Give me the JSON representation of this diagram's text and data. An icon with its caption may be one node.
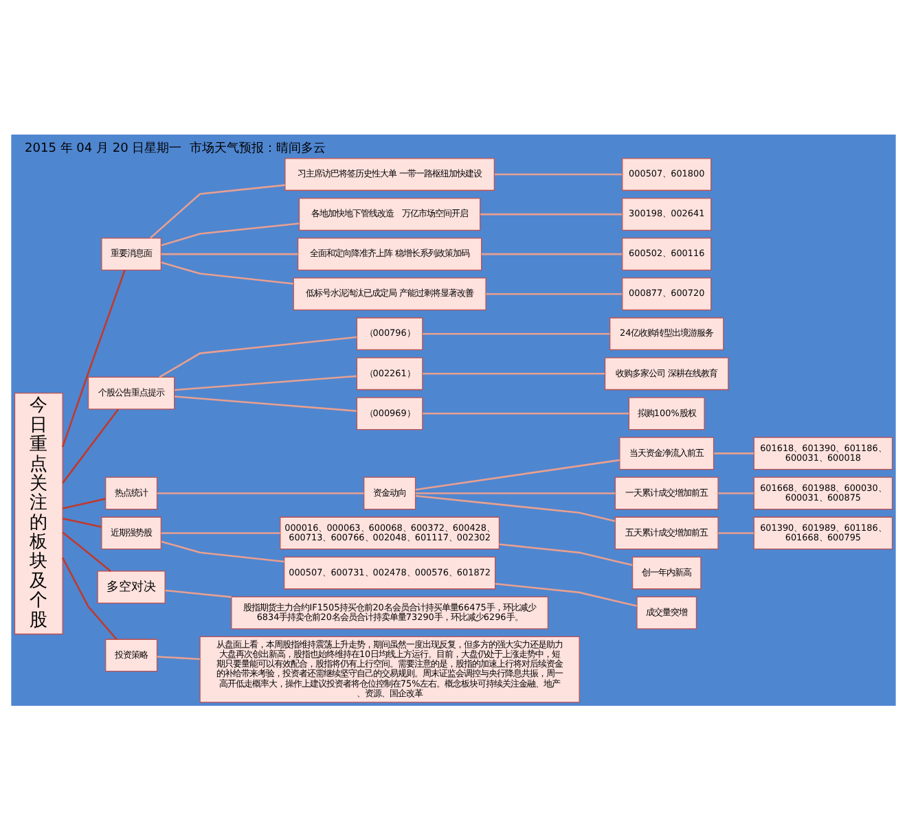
{
  "diagram": {
    "title": "2015 年 04 月 20 日星期一  市场天气预报：晴间多云",
    "nodes": [
      {
        "text": [
          "今日重点关注的板块及个股"
        ]
      },
      {
        "text": [
          "重要消息面"
        ]
      },
      {
        "text": [
          "习主席访巴将签历史性大单 一带一路枢纽加快建设"
        ]
      },
      {
        "text": [
          "000507、601800"
        ]
      },
      {
        "text": [
          "各地加快地下管线改造　万亿市场空间开启"
        ]
      },
      {
        "text": [
          "300198、002641"
        ]
      },
      {
        "text": [
          "全面和定向降准齐上阵 稳增长系列政策加码"
        ]
      },
      {
        "text": [
          "600502、600116"
        ]
      },
      {
        "text": [
          "低标号水泥淘汰已成定局 产能过剩将显著改善"
        ]
      },
      {
        "text": [
          "000877、600720"
        ]
      },
      {
        "text": [
          "个股公告重点提示"
        ]
      },
      {
        "text": [
          "（000796）"
        ]
      },
      {
        "text": [
          "24亿收购转型出境游服务"
        ]
      },
      {
        "text": [
          "（002261）"
        ]
      },
      {
        "text": [
          "收购多家公司 深耕在线教育"
        ]
      },
      {
        "text": [
          "（000969）"
        ]
      },
      {
        "text": [
          "拟购100%股权"
        ]
      },
      {
        "text": [
          "热点统计"
        ]
      },
      {
        "text": [
          "资金动向"
        ]
      },
      {
        "text": [
          "当天资金净流入前五"
        ]
      },
      {
        "text": [
          "601618、601390、601186、600031、600018"
        ]
      },
      {
        "text": [
          "一天累计成交增加前五"
        ]
      },
      {
        "text": [
          "601668、601988、600030、600031、600875"
        ]
      },
      {
        "text": [
          "五天累计成交增加前五"
        ]
      },
      {
        "text": [
          "601390、601989、601186、601668、600795"
        ]
      },
      {
        "text": [
          "近期强势股"
        ]
      },
      {
        "text": [
          "000016、000063、600068、600372、600428、600713、600766、002048、601117、002302"
        ]
      },
      {
        "text": [
          "创一年内新高"
        ]
      },
      {
        "text": [
          "000507、600731、002478、000576、601872"
        ]
      },
      {
        "text": [
          "成交量突增"
        ]
      },
      {
        "text": [
          "多空对决"
        ]
      },
      {
        "text": [
          "股指期货主力合约IF1505持买仓前20名会员合计持买单量66475手，环比减少6834手持卖仓前20名会员合计持卖单量73290手，环比减少6296手。"
        ]
      },
      {
        "text": [
          "投资策略"
        ]
      },
      {
        "text": [
          "从盘面上看，本周股指维持震荡上升走势，期间虽然一度出现反复，但多方的强大实力还是助力大盘再次创出新高，股指也始终维持在10日均线上方运行。目前，大盘仍处于上涨走势中，短期只要量能可以有效配合，股指将仍有上行空间。需要注意的是，股指的加速上行将对后续资金的补给带来考验，投资者还需继续坚守自己的交易规则。周末证监会调控与央行降息共振，周一高开低走概率大，操作上建议投资者将仓位控制在75%左右。概念板块可持续关注金融、地产、资源、国企改革"
        ]
      }
    ],
    "edges": [
      {
        "from": 0,
        "to": 1,
        "arrow": "none",
        "color": "#c0392b"
      },
      {
        "from": 1,
        "to": 2,
        "arrow": "none"
      },
      {
        "from": 2,
        "to": 3,
        "arrow": "none"
      },
      {
        "from": 1,
        "to": 4,
        "arrow": "none"
      },
      {
        "from": 4,
        "to": 5,
        "arrow": "none"
      },
      {
        "from": 1,
        "to": 6,
        "arrow": "none"
      },
      {
        "from": 6,
        "to": 7,
        "arrow": "none"
      },
      {
        "from": 1,
        "to": 8,
        "arrow": "none"
      },
      {
        "from": 8,
        "to": 9,
        "arrow": "none"
      },
      {
        "from": 0,
        "to": 10,
        "arrow": "none",
        "color": "#c0392b"
      },
      {
        "from": 10,
        "to": 11,
        "arrow": "none"
      },
      {
        "from": 11,
        "to": 12,
        "arrow": "none"
      },
      {
        "from": 10,
        "to": 13,
        "arrow": "none"
      },
      {
        "from": 13,
        "to": 14,
        "arrow": "none"
      },
      {
        "from": 10,
        "to": 15,
        "arrow": "none"
      },
      {
        "from": 15,
        "to": 16,
        "arrow": "none"
      },
      {
        "from": 0,
        "to": 17,
        "arrow": "none",
        "color": "#c0392b"
      },
      {
        "from": 17,
        "to": 18,
        "arrow": "none"
      },
      {
        "from": 18,
        "to": 19,
        "arrow": "none"
      },
      {
        "from": 19,
        "to": 20,
        "arrow": "none"
      },
      {
        "from": 18,
        "to": 21,
        "arrow": "none"
      },
      {
        "from": 21,
        "to": 22,
        "arrow": "none"
      },
      {
        "from": 18,
        "to": 23,
        "arrow": "none"
      },
      {
        "from": 23,
        "to": 24,
        "arrow": "none"
      },
      {
        "from": 0,
        "to": 25,
        "arrow": "none",
        "color": "#c0392b"
      },
      {
        "from": 25,
        "to": 26,
        "arrow": "none"
      },
      {
        "from": 26,
        "to": 27,
        "arrow": "none"
      },
      {
        "from": 25,
        "to": 28,
        "arrow": "none"
      },
      {
        "from": 28,
        "to": 29,
        "arrow": "none"
      },
      {
        "from": 0,
        "to": 30,
        "arrow": "none",
        "color": "#c0392b"
      },
      {
        "from": 30,
        "to": 31,
        "arrow": "none"
      },
      {
        "from": 0,
        "to": 32,
        "arrow": "none",
        "color": "#c0392b"
      },
      {
        "from": 32,
        "to": 33,
        "arrow": "none"
      }
    ]
  }
}
